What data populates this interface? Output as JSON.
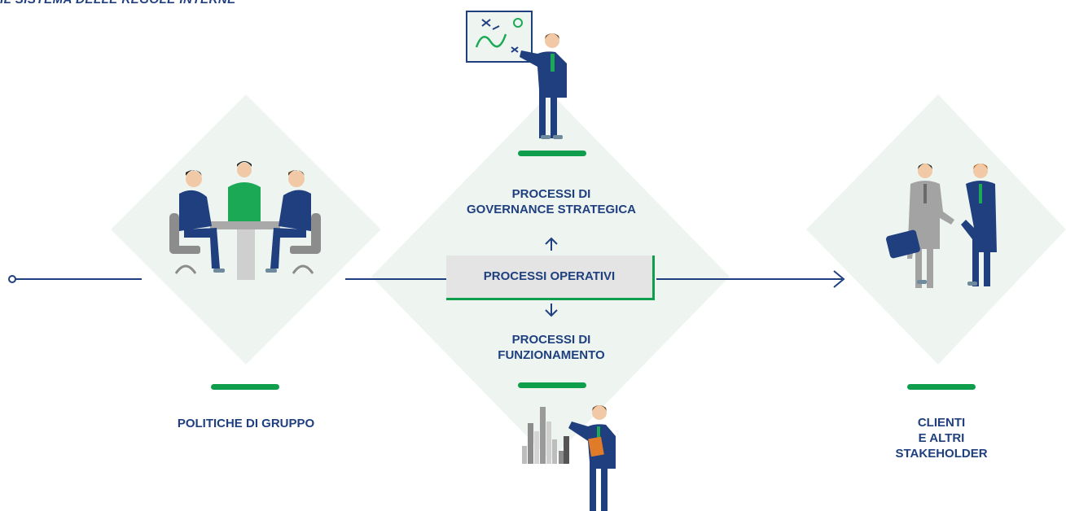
{
  "title": "IL SISTEMA DELLE REGOLE INTERNE",
  "nodes": {
    "left": "POLITICHE DI GRUPPO",
    "top_line1": "PROCESSI DI",
    "top_line2": "GOVERNANCE STRATEGICA",
    "center": "PROCESSI OPERATIVI",
    "bottom_line1": "PROCESSI DI",
    "bottom_line2": "FUNZIONAMENTO",
    "right_line1": "CLIENTI",
    "right_line2": "E ALTRI",
    "right_line3": "STAKEHOLDER"
  },
  "colors": {
    "navy": "#1f3f7f",
    "green": "#0e9e4c",
    "diamond": "#eef5f1",
    "box": "#e3e4e3"
  },
  "icons": [
    "meeting-icon",
    "strategist-icon",
    "presenter-icon",
    "handshake-icon"
  ]
}
